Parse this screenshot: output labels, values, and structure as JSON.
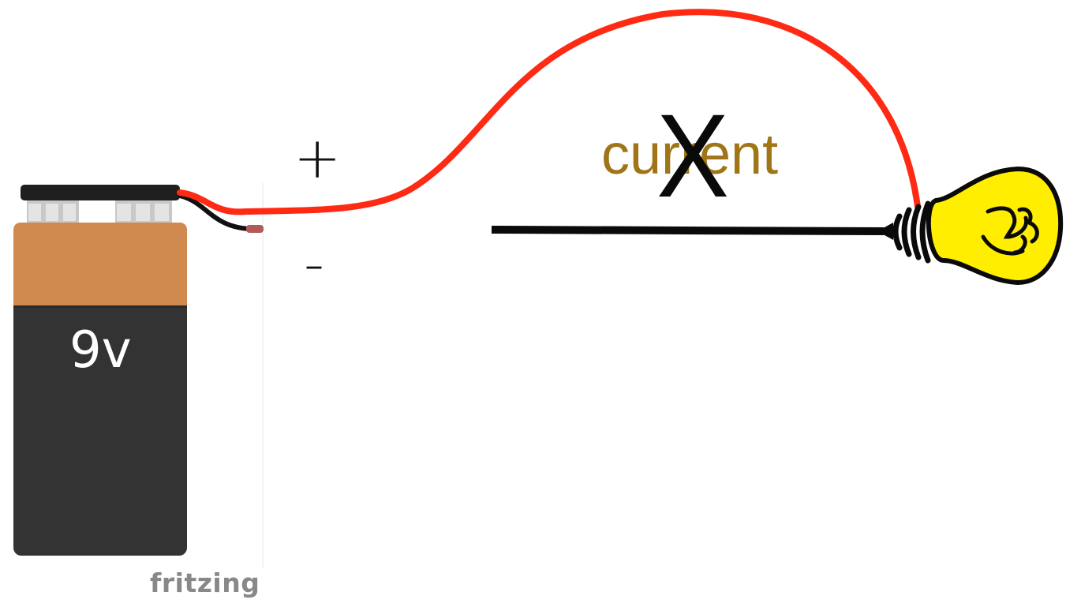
{
  "labels": {
    "positive": "+",
    "negative": "-",
    "current": "current",
    "cross": "X",
    "voltage": "9v",
    "brand": "fritzing"
  },
  "colors": {
    "positive_wire": "#ff2a14",
    "negative_wire": "#0a0a0a",
    "battery_top": "#d08a50",
    "battery_body": "#333333",
    "bulb_glass": "#ffee00",
    "current_text": "#a07518"
  },
  "icons": {
    "battery": "battery-9v-icon",
    "bulb": "light-bulb-icon"
  }
}
